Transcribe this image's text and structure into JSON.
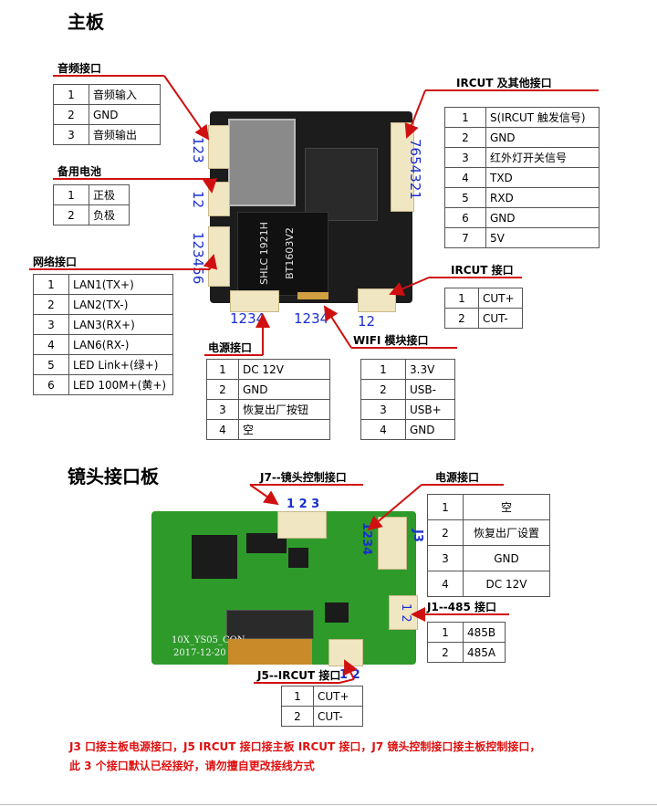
{
  "main_board": {
    "title": "主板",
    "audio": {
      "label": "音频接口",
      "pins": "123",
      "rows": [
        [
          "1",
          "音频输入"
        ],
        [
          "2",
          "GND"
        ],
        [
          "3",
          "音频输出"
        ]
      ]
    },
    "battery": {
      "label": "备用电池",
      "pins": "12",
      "rows": [
        [
          "1",
          "正极"
        ],
        [
          "2",
          "负极"
        ]
      ]
    },
    "network": {
      "label": "网络接口",
      "pins": "123456",
      "rows": [
        [
          "1",
          "LAN1(TX+)"
        ],
        [
          "2",
          "LAN2(TX-)"
        ],
        [
          "3",
          "LAN3(RX+)"
        ],
        [
          "4",
          "LAN6(RX-)"
        ],
        [
          "5",
          "LED Link+(绿+)"
        ],
        [
          "6",
          "LED 100M+(黄+)"
        ]
      ]
    },
    "power": {
      "label": "电源接口",
      "pins": "1234",
      "rows": [
        [
          "1",
          "DC 12V"
        ],
        [
          "2",
          "GND"
        ],
        [
          "3",
          "恢复出厂按钮"
        ],
        [
          "4",
          "空"
        ]
      ]
    },
    "wifi": {
      "label": "WIFI 模块接口",
      "pins": "1234",
      "rows": [
        [
          "1",
          "3.3V"
        ],
        [
          "2",
          "USB-"
        ],
        [
          "3",
          "USB+"
        ],
        [
          "4",
          "GND"
        ]
      ]
    },
    "ircut_other": {
      "label": "IRCUT 及其他接口",
      "pins": "7654321",
      "rows": [
        [
          "1",
          "S(IRCUT 触发信号)"
        ],
        [
          "2",
          "GND"
        ],
        [
          "3",
          "红外灯开关信号"
        ],
        [
          "4",
          "TXD"
        ],
        [
          "5",
          "RXD"
        ],
        [
          "6",
          "GND"
        ],
        [
          "7",
          "5V"
        ]
      ]
    },
    "ircut": {
      "label": "IRCUT 接口",
      "pins": "12",
      "rows": [
        [
          "1",
          "CUT+"
        ],
        [
          "2",
          "CUT-"
        ]
      ]
    },
    "pcb_text": {
      "chip1": "SHLC 1921H",
      "chip2": "BT1603V2"
    }
  },
  "lens_board": {
    "title": "镜头接口板",
    "j7": {
      "label": "J7--镜头控制接口",
      "pins": "1 2 3"
    },
    "power": {
      "label": "电源接口",
      "pins": "1234",
      "j3": "J3",
      "rows": [
        [
          "1",
          "空"
        ],
        [
          "2",
          "恢复出厂设置"
        ],
        [
          "3",
          "GND"
        ],
        [
          "4",
          "DC 12V"
        ]
      ]
    },
    "j1": {
      "label": "J1--485 接口",
      "pins": "1 2",
      "rows": [
        [
          "1",
          "485B"
        ],
        [
          "2",
          "485A"
        ]
      ]
    },
    "j5": {
      "label": "J5--IRCUT 接口",
      "pins": "1 2",
      "rows": [
        [
          "1",
          "CUT+"
        ],
        [
          "2",
          "CUT-"
        ]
      ]
    },
    "pcb_text": {
      "model": "10X_YS05_CON",
      "date": "2017-12-20"
    }
  },
  "note": {
    "line1": "J3 口接主板电源接口，J5 IRCUT 接口接主板 IRCUT 接口，J7 镜头控制接口接主板控制接口，",
    "line2": "此 3 个接口默认已经接好，请勿擅自更改接线方式"
  },
  "colors": {
    "annotation": "#d01010",
    "pin_numbers": "#1a2fd0",
    "pcb_main": "#1c1c1c",
    "pcb_lens": "#2e9a2a",
    "connector": "#f1e6c2"
  }
}
